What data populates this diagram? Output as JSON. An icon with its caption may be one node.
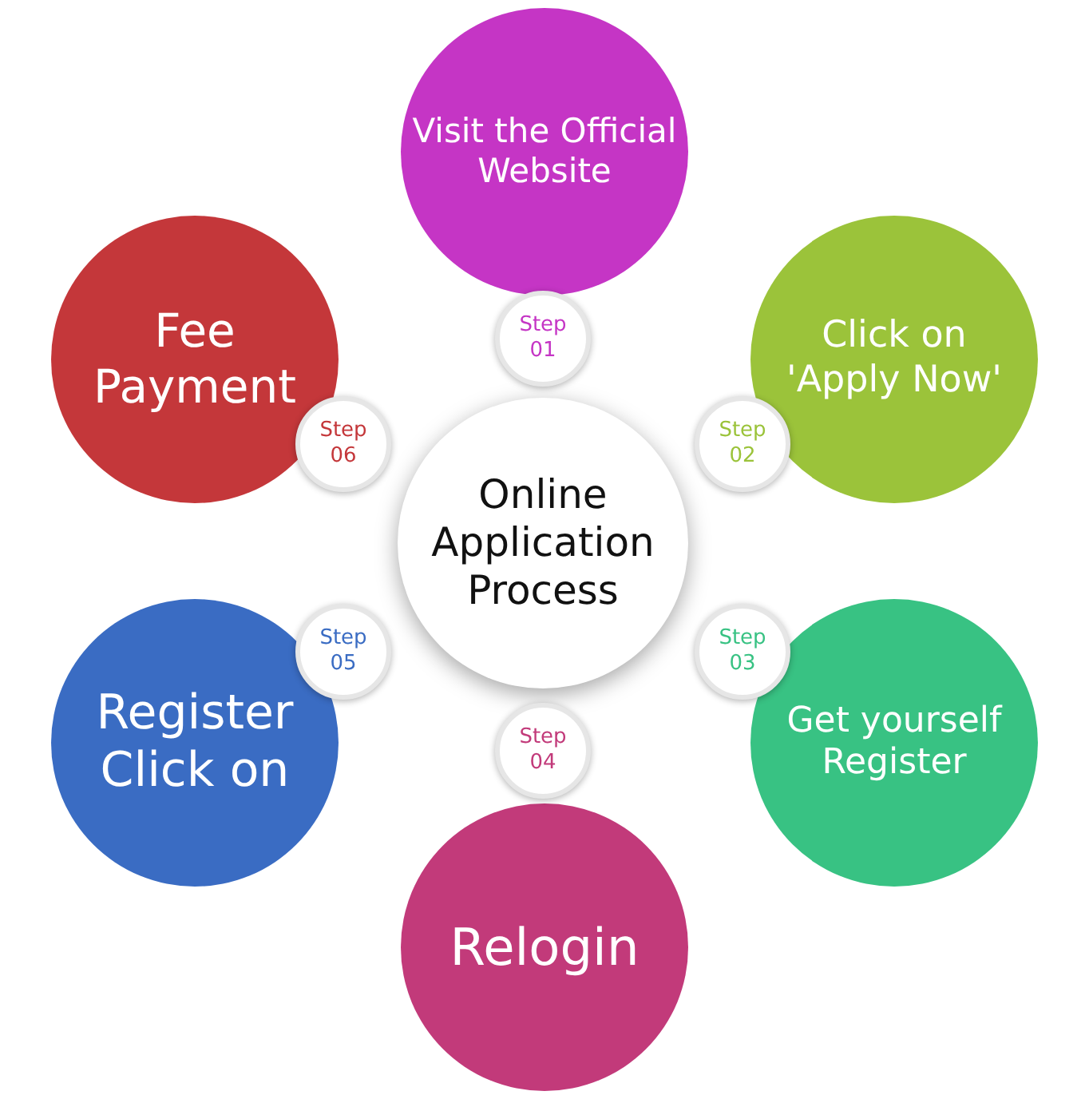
{
  "diagram": {
    "nodes": [
      {
        "text": [
          "Online Application Process"
        ]
      },
      {
        "text": [
          "Visit the Official Website"
        ]
      },
      {
        "text": [
          "Step 01"
        ]
      },
      {
        "text": [
          "Click on 'Apply Now'"
        ]
      },
      {
        "text": [
          "Step 02"
        ]
      },
      {
        "text": [
          "Get yourself Register"
        ]
      },
      {
        "text": [
          "Step 03"
        ]
      },
      {
        "text": [
          "Relogin"
        ]
      },
      {
        "text": [
          "Step 04"
        ]
      },
      {
        "text": [
          "Register Click on"
        ]
      },
      {
        "text": [
          "Step 05"
        ]
      },
      {
        "text": [
          "Fee Payment"
        ]
      },
      {
        "text": [
          "Step 06"
        ]
      }
    ],
    "edges": []
  }
}
